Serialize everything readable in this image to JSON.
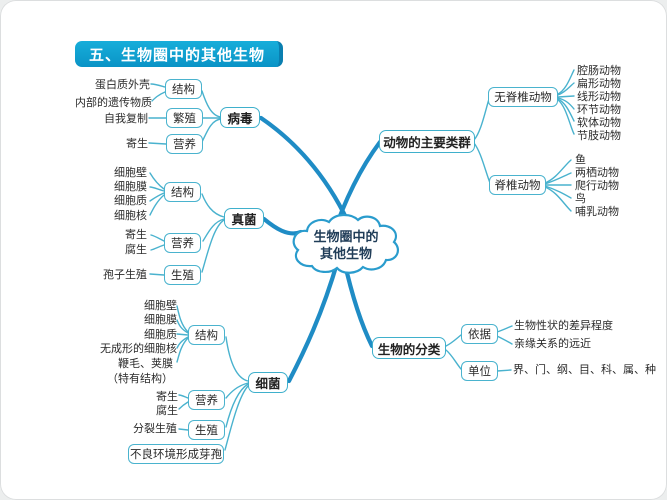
{
  "title": "五、生物圈中的其他生物",
  "center": {
    "line1": "生物圈中的",
    "line2": "其他生物"
  },
  "colors": {
    "banner_bg": "#0ea5d6",
    "branch_line": "#1f8cc5",
    "node_border": "#3fb0cc",
    "cloud_border": "#2a9ccd",
    "text": "#2b2b2b"
  },
  "branches": {
    "virus": {
      "label": "病毒",
      "groups": [
        {
          "label": "结构",
          "items": [
            "蛋白质外壳",
            "内部的遗传物质"
          ]
        },
        {
          "label": "繁殖",
          "items": [
            "自我复制"
          ]
        },
        {
          "label": "营养",
          "items": [
            "寄生"
          ]
        }
      ]
    },
    "fungi": {
      "label": "真菌",
      "groups": [
        {
          "label": "结构",
          "items": [
            "细胞壁",
            "细胞膜",
            "细胞质",
            "细胞核"
          ]
        },
        {
          "label": "营养",
          "items": [
            "寄生",
            "腐生"
          ]
        },
        {
          "label": "生殖",
          "items": [
            "孢子生殖"
          ]
        }
      ]
    },
    "bacteria": {
      "label": "细菌",
      "groups": [
        {
          "label": "结构",
          "items": [
            "细胞壁",
            "细胞膜",
            "细胞质",
            "无成形的细胞核",
            "鞭毛、荚膜",
            "（特有结构）"
          ]
        },
        {
          "label": "营养",
          "items": [
            "寄生",
            "腐生"
          ]
        },
        {
          "label": "生殖",
          "items": [
            "分裂生殖"
          ]
        }
      ],
      "extra": "不良环境形成芽孢"
    },
    "animals": {
      "label": "动物的主要类群",
      "groups": [
        {
          "label": "无脊椎动物",
          "items": [
            "腔肠动物",
            "扁形动物",
            "线形动物",
            "环节动物",
            "软体动物",
            "节肢动物"
          ]
        },
        {
          "label": "脊椎动物",
          "items": [
            "鱼",
            "两栖动物",
            "爬行动物",
            "鸟",
            "哺乳动物"
          ]
        }
      ]
    },
    "classification": {
      "label": "生物的分类",
      "groups": [
        {
          "label": "依据",
          "items": [
            "生物性状的差异程度",
            "亲缘关系的远近"
          ]
        },
        {
          "label": "单位",
          "items": [
            "界、门、纲、目、科、属、种"
          ]
        }
      ]
    }
  }
}
